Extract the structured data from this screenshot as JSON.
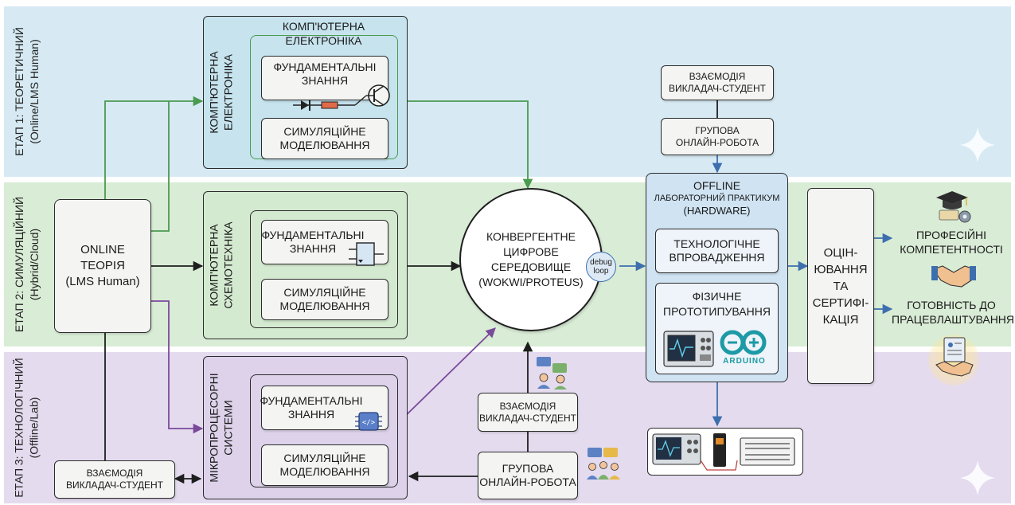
{
  "stages": [
    {
      "line1": "ЕТАП 1: ТЕОРЕТИЧНИЙ",
      "line2": "(Online/LMS Human)"
    },
    {
      "line1": "ЕТАП 2: СИМУЛЯЦІЙНИЙ",
      "line2": "(Hybrid/Cloud)"
    },
    {
      "line1": "ЕТАП 3: ТЕХНОЛОГІЧНИЙ",
      "line2": "(Offline/Lab)"
    }
  ],
  "online_theory": {
    "line1": "ONLINE",
    "line2": "ТЕОРІЯ",
    "line3": "(LMS Human)"
  },
  "interaction_bottom_left": {
    "line1": "ВЗАЄМОДІЯ",
    "line2": "ВИКЛАДАЧ-СТУДЕНТ"
  },
  "module1": {
    "side_line1": "КОМП'ЮТЕРНА",
    "side_line2": "ЕЛЕКТРОНІКА",
    "top_line1": "КОМП'ЮТЕРНА",
    "top_line2": "ЕЛЕКТРОНІКА",
    "fundamental_line1": "ФУНДАМЕНТАЛЬНІ",
    "fundamental_line2": "ЗНАННЯ",
    "simulation_line1": "СИМУЛЯЦІЙНЕ",
    "simulation_line2": "МОДЕЛЮВАННЯ"
  },
  "module2": {
    "side_line1": "КОМП'ЮТЕРНА",
    "side_line2": "СХЕМОТЕХНІКА",
    "fundamental_line1": "ФУНДАМЕНТАЛЬНІ",
    "fundamental_line2": "ЗНАННЯ",
    "simulation_line1": "СИМУЛЯЦІЙНЕ",
    "simulation_line2": "МОДЕЛЮВАННЯ"
  },
  "module3": {
    "side_line1": "МІКРОПРОЦЕСОРНІ",
    "side_line2": "СИСТЕМИ",
    "fundamental_line1": "ФУНДАМЕНТАЛЬНІ",
    "fundamental_line2": "ЗНАННЯ",
    "simulation_line1": "СИМУЛЯЦІЙНЕ",
    "simulation_line2": "МОДЕЛЮВАННЯ"
  },
  "convergent": {
    "line1": "КОНВЕРГЕНТНЕ",
    "line2": "ЦИФРОВЕ",
    "line3": "СЕРЕДОВИЩЕ",
    "line4": "(WOKWI/PROTEUS)",
    "debug1": "debug",
    "debug2": "loop"
  },
  "interaction_center": {
    "line1": "ВЗАЄМОДІЯ",
    "line2": "ВИКЛАДАЧ-СТУДЕНТ"
  },
  "group_center": {
    "line1": "ГРУПОВА",
    "line2": "ОНЛАЙН-РОБОТА"
  },
  "interaction_top_right": {
    "line1": "ВЗАЄМОДІЯ",
    "line2": "ВИКЛАДАЧ-СТУДЕНТ"
  },
  "group_top_right": {
    "line1": "ГРУПОВА",
    "line2": "ОНЛАЙН-РОБОТА"
  },
  "offline_lab": {
    "line1": "OFFLINE",
    "line2": "ЛАБОРАТОРНИЙ ПРАКТИКУМ",
    "line3": "(HARDWARE)",
    "tech_line1": "ТЕХНОЛОГІЧНЕ",
    "tech_line2": "ВПРОВАДЖЕННЯ",
    "proto_line1": "ФІЗИЧНЕ",
    "proto_line2": "ПРОТОТИПУВАННЯ",
    "arduino_label": "ARDUINO"
  },
  "assessment": {
    "line1": "ОЦІН-",
    "line2": "ЮВАННЯ",
    "line3": "ТА",
    "line4": "СЕРТИФІ-",
    "line5": "КАЦІЯ"
  },
  "outcomes": [
    {
      "line1": "ПРОФЕСІЙНІ",
      "line2": "КОМПЕТЕНТНОСТІ"
    },
    {
      "line1": "ГОТОВНІСТЬ ДО",
      "line2": "ПРАЦЕВЛАШТУВАННЯ"
    }
  ],
  "colors": {
    "green": "#4a9a4f",
    "purple": "#7a4a9a",
    "blue": "#3d6fae",
    "black": "#1e1e1e"
  }
}
